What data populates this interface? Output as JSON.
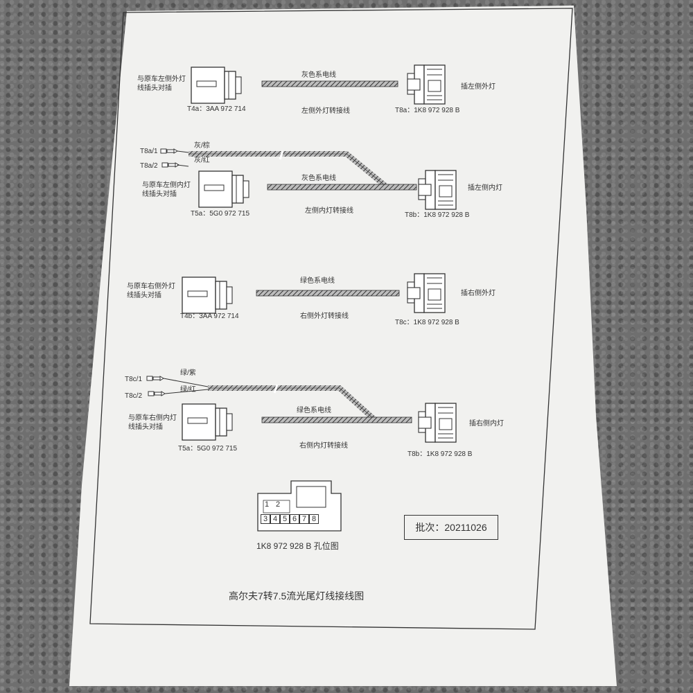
{
  "diagram": {
    "title": "高尔夫7转7.5流光尾灯线接线图",
    "batch": "批次：20211026",
    "pinout_caption": "1K8 972 928 B 孔位图",
    "pins": [
      "1",
      "2",
      "3",
      "4",
      "5",
      "6",
      "7",
      "8"
    ],
    "sections": [
      {
        "left_note": "与原车左侧外灯线插头对插",
        "wire_color": "灰色系电线",
        "wire_name": "左侧外灯转接线",
        "left_code": "T4a：3AA 972 714",
        "right_code": "T8a：1K8 972 928 B",
        "right_note": "插左侧外灯"
      },
      {
        "pin_a": "T8a/1",
        "pin_b": "T8a/2",
        "pin_a_color": "灰/棕",
        "pin_b_color": "灰/红",
        "left_note": "与原车左侧内灯线插头对插",
        "wire_color": "灰色系电线",
        "wire_name": "左侧内灯转接线",
        "left_code": "T5a：5G0 972 715",
        "right_code": "T8b：1K8 972 928 B",
        "right_note": "插左侧内灯"
      },
      {
        "left_note": "与原车右侧外灯线插头对插",
        "wire_color": "绿色系电线",
        "wire_name": "右侧外灯转接线",
        "left_code": "T4b：3AA 972 714",
        "right_code": "T8c：1K8 972 928 B",
        "right_note": "插右侧外灯"
      },
      {
        "pin_a": "T8c/1",
        "pin_b": "T8c/2",
        "pin_a_color": "绿/紫",
        "pin_b_color": "绿/红",
        "left_note": "与原车右侧内灯线插头对插",
        "wire_color": "绿色系电线",
        "wire_name": "右侧内灯转接线",
        "left_code": "T5a：5G0 972 715",
        "right_code": "T8b：1K8 972 928 B",
        "right_note": "插右侧内灯"
      }
    ]
  }
}
